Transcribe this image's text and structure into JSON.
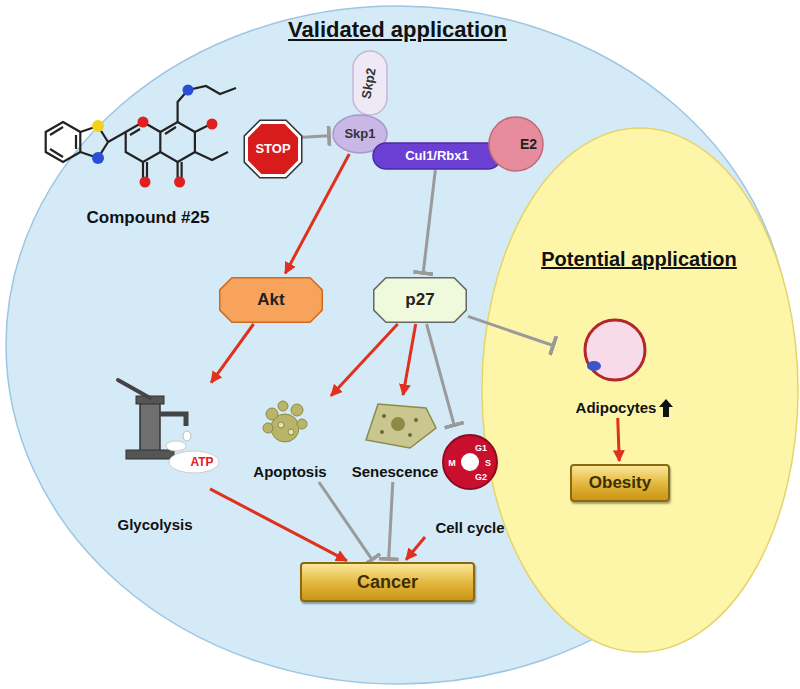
{
  "diagram": {
    "nodes": [
      {
        "text": [
          "Validated application"
        ]
      },
      {
        "text": [
          "Compound #25"
        ],
        "in": 0
      },
      {
        "text": [
          "STOP"
        ],
        "in": 0
      },
      {
        "text": [
          "Skp2"
        ],
        "in": 0
      },
      {
        "text": [
          "Skp1"
        ],
        "in": 0
      },
      {
        "text": [
          "Cul1/Rbx1"
        ],
        "in": 0
      },
      {
        "text": [
          "E2"
        ],
        "in": 0
      },
      {
        "text": [
          "Akt"
        ],
        "in": 0
      },
      {
        "text": [
          "p27"
        ],
        "in": 0
      },
      {
        "text": [
          "Glycolysis"
        ],
        "in": 0
      },
      {
        "text": [
          "Apoptosis"
        ],
        "in": 0
      },
      {
        "text": [
          "Senescence"
        ],
        "in": 0
      },
      {
        "text": [
          "Cell cycle"
        ],
        "in": 0
      },
      {
        "text": [
          "Cancer"
        ],
        "in": 0
      },
      {
        "text": [
          "Potential application"
        ]
      },
      {
        "text": [
          "Adipocytes"
        ],
        "in": 14
      },
      {
        "text": [
          "Obesity"
        ],
        "in": 14
      }
    ],
    "edges": [
      {
        "from": 1,
        "to": 4,
        "arrow": "to"
      },
      {
        "from": 4,
        "to": 7,
        "arrow": "to"
      },
      {
        "from": 5,
        "to": 8,
        "arrow": "to"
      },
      {
        "from": 7,
        "to": 9,
        "arrow": "to"
      },
      {
        "from": 8,
        "to": 10,
        "arrow": "to"
      },
      {
        "from": 8,
        "to": 11,
        "arrow": "to"
      },
      {
        "from": 8,
        "to": 12,
        "arrow": "to"
      },
      {
        "from": 8,
        "to": 15,
        "arrow": "to"
      },
      {
        "from": 9,
        "to": 13,
        "arrow": "to"
      },
      {
        "from": 10,
        "to": 13,
        "arrow": "to"
      },
      {
        "from": 11,
        "to": 13,
        "arrow": "to"
      },
      {
        "from": 12,
        "to": 13,
        "arrow": "to"
      },
      {
        "from": 15,
        "to": 16,
        "arrow": "to"
      }
    ],
    "labels": [
      "ATP",
      "G1",
      "S",
      "G2",
      "M"
    ]
  }
}
